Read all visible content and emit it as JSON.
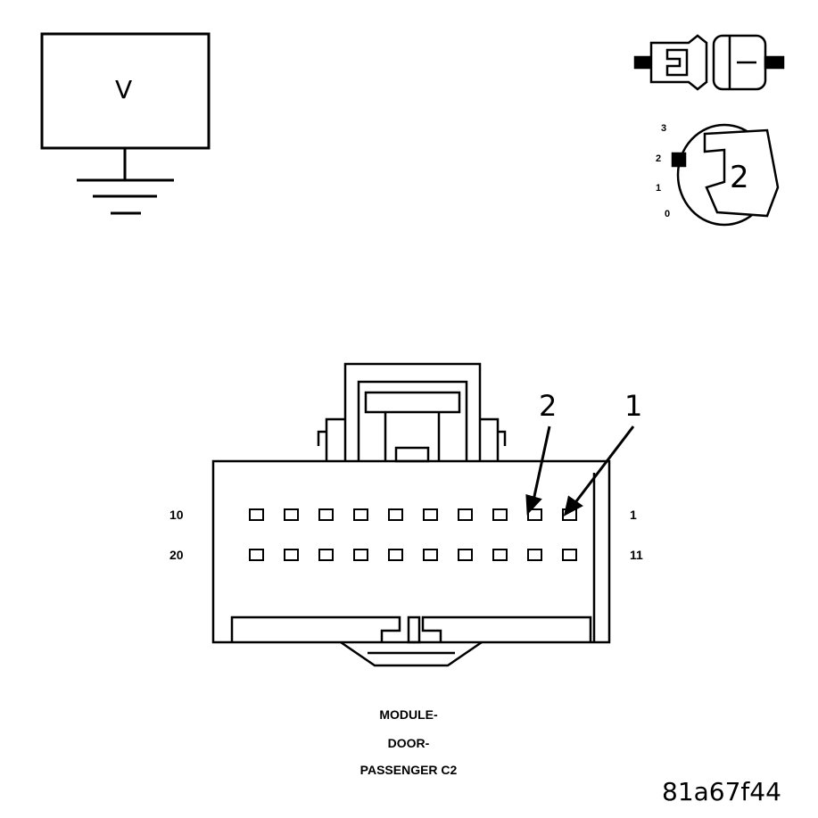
{
  "meter": {
    "label": "V"
  },
  "ignition": {
    "positions": [
      "3",
      "2",
      "1",
      "0"
    ],
    "selected_position": "2",
    "key_label": "2"
  },
  "connector": {
    "row1_start": "10",
    "row1_end": "1",
    "row2_start": "20",
    "row2_end": "11",
    "pin_count_per_row": 10,
    "callouts": [
      "2",
      "1"
    ],
    "caption_lines": [
      "MODULE-",
      "DOOR-",
      "PASSENGER C2"
    ]
  },
  "figure_id": "81a67f44"
}
